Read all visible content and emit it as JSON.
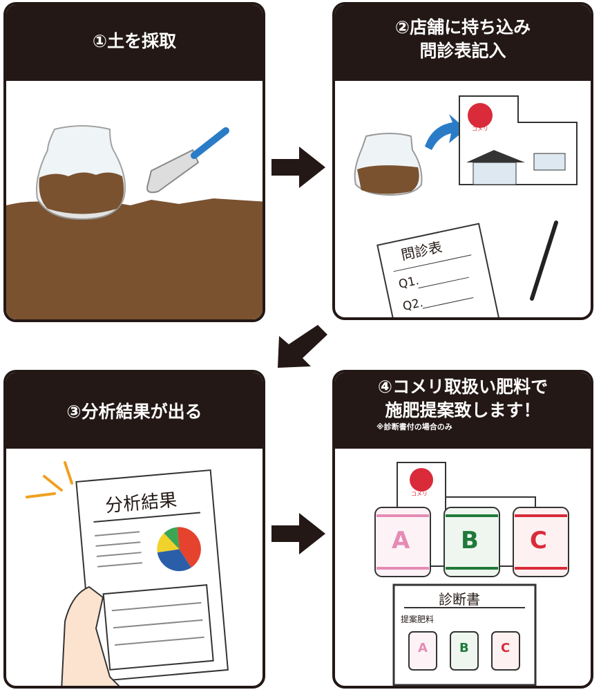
{
  "steps": [
    {
      "title_lines": [
        "①土を採取"
      ]
    },
    {
      "title_lines": [
        "②店舗に持ち込み",
        "問診表記入"
      ],
      "form_title": "問診表",
      "form_q1": "Q1.",
      "form_q2": "Q2.",
      "store_logo": "コメリ"
    },
    {
      "title_lines": [
        "③分析結果が出る"
      ],
      "doc_title": "分析結果"
    },
    {
      "title_lines": [
        "④コメリ取扱い肥料で",
        "施肥提案致します！"
      ],
      "note": "※診断書付の場合のみ",
      "store_logo": "コメリ",
      "bags": [
        "A",
        "B",
        "C"
      ],
      "report_title": "診断書",
      "report_label": "提案肥料"
    }
  ],
  "colors": {
    "dark": "#231815",
    "soil": "#7a5230",
    "bag_a": "#e58bb4",
    "bag_b": "#1f7a3a",
    "bag_c": "#d92b3a",
    "accent": "#2a7cc7",
    "pie": [
      "#e5432e",
      "#2b5ea8",
      "#f0d22a",
      "#3aa655"
    ]
  }
}
